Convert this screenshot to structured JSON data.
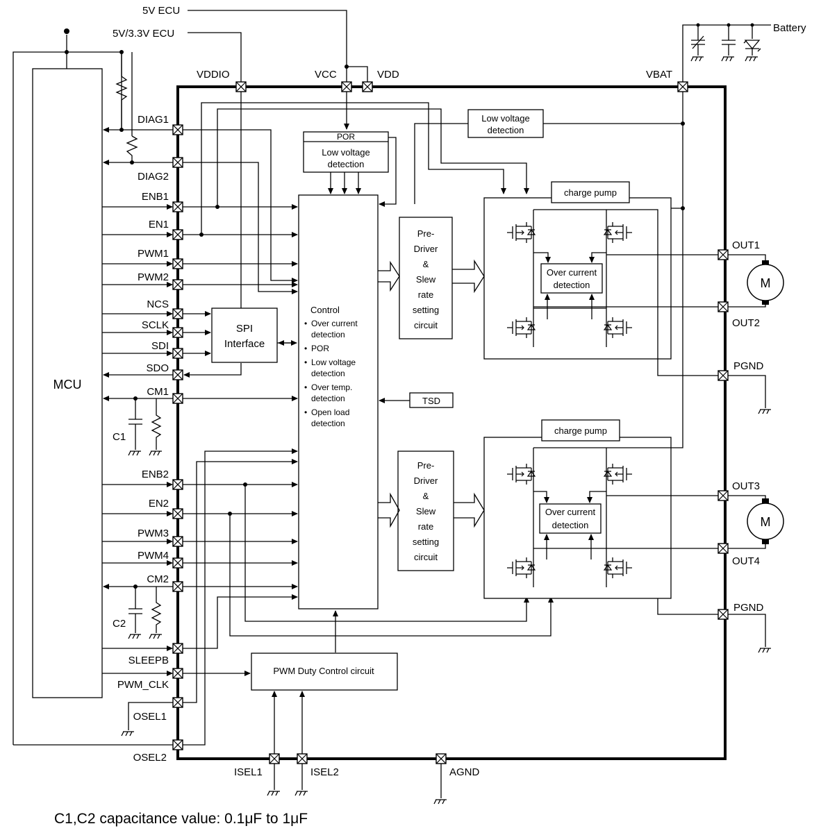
{
  "supplies": {
    "ecu5v": "5V ECU",
    "ecu33v": "5V/3.3V ECU",
    "battery": "Battery"
  },
  "mcu_label": "MCU",
  "top_pins": {
    "vddio": "VDDIO",
    "vcc": "VCC",
    "vdd": "VDD",
    "vbat": "VBAT"
  },
  "left_pins": {
    "diag1": "DIAG1",
    "diag2": "DIAG2",
    "enb1": "ENB1",
    "en1": "EN1",
    "pwm1": "PWM1",
    "pwm2": "PWM2",
    "ncs": "NCS",
    "sclk": "SCLK",
    "sdi": "SDI",
    "sdo": "SDO",
    "cm1": "CM1",
    "enb2": "ENB2",
    "en2": "EN2",
    "pwm3": "PWM3",
    "pwm4": "PWM4",
    "cm2": "CM2",
    "sleepb": "SLEEPB",
    "pwm_clk": "PWM_CLK",
    "osel1": "OSEL1",
    "osel2": "OSEL2"
  },
  "caps": {
    "c1": "C1",
    "c2": "C2"
  },
  "right_pins": {
    "out1": "OUT1",
    "out2": "OUT2",
    "pgnd1": "PGND",
    "out3": "OUT3",
    "out4": "OUT4",
    "pgnd2": "PGND"
  },
  "bottom_pins": {
    "isel1": "ISEL1",
    "isel2": "ISEL2",
    "agnd": "AGND"
  },
  "por": {
    "title": "POR",
    "line1": "Low voltage",
    "line2": "detection"
  },
  "lvd_top": {
    "line1": "Low voltage",
    "line2": "detection"
  },
  "spi": {
    "line1": "SPI",
    "line2": "Interface"
  },
  "control": {
    "title": "Control",
    "items": [
      {
        "l1": "Over current",
        "l2": "detection"
      },
      {
        "l1": "POR",
        "l2": ""
      },
      {
        "l1": "Low voltage",
        "l2": "detection"
      },
      {
        "l1": "Over temp.",
        "l2": "detection"
      },
      {
        "l1": "Open load",
        "l2": "detection"
      }
    ]
  },
  "predriver": [
    "Pre-",
    "Driver",
    "&",
    "Slew",
    "rate",
    "setting",
    "circuit"
  ],
  "charge_pump": "charge pump",
  "overcurrent": {
    "line1": "Over current",
    "line2": "detection"
  },
  "tsd": "TSD",
  "pwm_duty": "PWM Duty Control circuit",
  "motor": "M",
  "note": "C1,C2 capacitance value: 0.1μF to 1μF"
}
